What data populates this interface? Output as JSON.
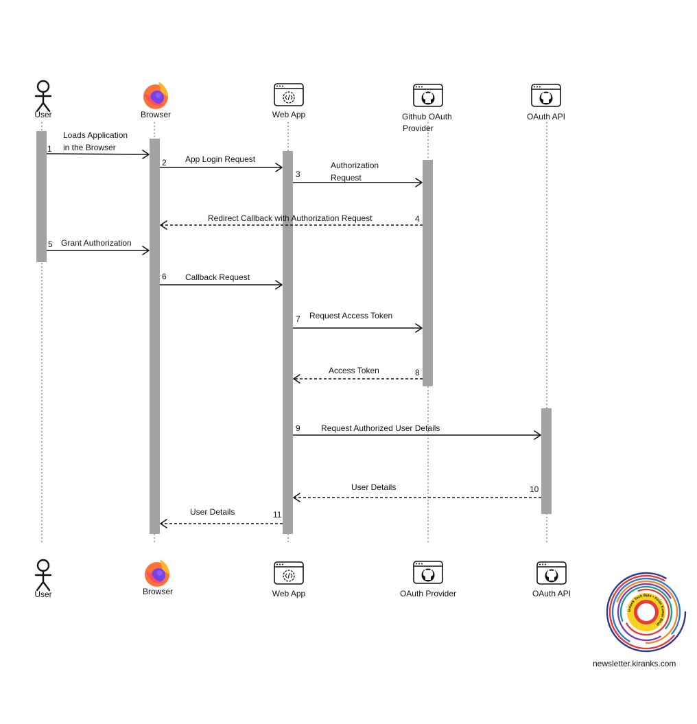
{
  "participants": [
    {
      "id": "user",
      "icon": "stick-figure-icon",
      "top_label": "User",
      "bottom_label": "User"
    },
    {
      "id": "browser",
      "icon": "firefox-icon",
      "top_label": "Browser",
      "bottom_label": "Browser"
    },
    {
      "id": "webapp",
      "icon": "web-app-code-icon",
      "top_label": "Web App",
      "bottom_label": "Web App"
    },
    {
      "id": "provider",
      "icon": "github-window-icon",
      "top_label": "Github OAuth Provider",
      "top_label_lines": [
        "Github OAuth",
        "Provider"
      ],
      "bottom_label": "OAuth Provider"
    },
    {
      "id": "api",
      "icon": "github-window-icon",
      "top_label": "OAuth API",
      "bottom_label": "OAuth API"
    }
  ],
  "messages": [
    {
      "number": "1",
      "label": "Loads Application in the Browser",
      "label_lines": [
        "Loads Application",
        "in the Browser"
      ],
      "from": "user",
      "to": "browser",
      "style": "solid"
    },
    {
      "number": "2",
      "label": "App Login Request",
      "from": "browser",
      "to": "webapp",
      "style": "solid"
    },
    {
      "number": "3",
      "label": "Authorization Request",
      "label_lines": [
        "Authorization",
        "Request"
      ],
      "from": "webapp",
      "to": "provider",
      "style": "solid"
    },
    {
      "number": "4",
      "label": "Redirect Callback with Authorization Request",
      "from": "provider",
      "to": "browser",
      "style": "dashed"
    },
    {
      "number": "5",
      "label": "Grant Authorization",
      "from": "user",
      "to": "browser",
      "style": "solid"
    },
    {
      "number": "6",
      "label": "Callback Request",
      "from": "browser",
      "to": "webapp",
      "style": "solid"
    },
    {
      "number": "7",
      "label": "Request Access Token",
      "from": "webapp",
      "to": "provider",
      "style": "solid"
    },
    {
      "number": "8",
      "label": "Access Token",
      "from": "provider",
      "to": "webapp",
      "style": "dashed"
    },
    {
      "number": "9",
      "label": "Request Authorized User Details",
      "from": "webapp",
      "to": "api",
      "style": "solid"
    },
    {
      "number": "10",
      "label": "User Details",
      "from": "api",
      "to": "webapp",
      "style": "dashed"
    },
    {
      "number": "11",
      "label": "User Details",
      "from": "webapp",
      "to": "browser",
      "style": "dashed"
    }
  ],
  "branding": {
    "logo_icon": "newsletter-rings-logo-icon",
    "logo_text": "Unlock Tech Byte • Kiran Kumar Bhat",
    "url": "newsletter.kiranks.com"
  },
  "colors": {
    "activation_bar": "#a3a3a3",
    "firefox_orange": "#ff7139",
    "firefox_purple": "#7542e5",
    "logo_red": "#e83a3a",
    "logo_yellow": "#f7d21e",
    "logo_blue": "#2b7bd6"
  }
}
